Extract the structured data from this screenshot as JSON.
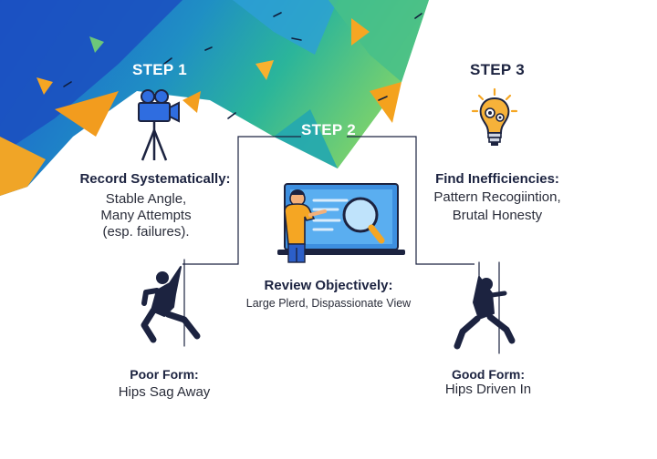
{
  "steps": [
    {
      "label": "STEP 1",
      "icon": "video-camera-icon",
      "title": "Record Systematically:",
      "lines": [
        "Stable Angle,",
        "Many Attempts",
        "(esp. failures)."
      ]
    },
    {
      "label": "STEP 2",
      "icon": "magnifier-screen-icon",
      "title": "Review Objectively:",
      "lines": [
        "Large Plerd, Dispassionate View"
      ]
    },
    {
      "label": "STEP 3",
      "icon": "lightbulb-gears-icon",
      "title": "Find Inefficiencies:",
      "lines": [
        "Pattern Recogiintion,",
        "Brutal Honesty"
      ]
    }
  ],
  "forms": [
    {
      "icon": "climber-poor-form-icon",
      "title": "Poor Form:",
      "caption": "Hips Sag Away"
    },
    {
      "icon": "climber-good-form-icon",
      "title": "Good Form:",
      "caption": "Hips Driven In"
    }
  ],
  "colors": {
    "blue": "#1f5fd1",
    "teal": "#1fa3a8",
    "green": "#54c27a",
    "orange": "#f5a623",
    "dark": "#1c2340"
  }
}
